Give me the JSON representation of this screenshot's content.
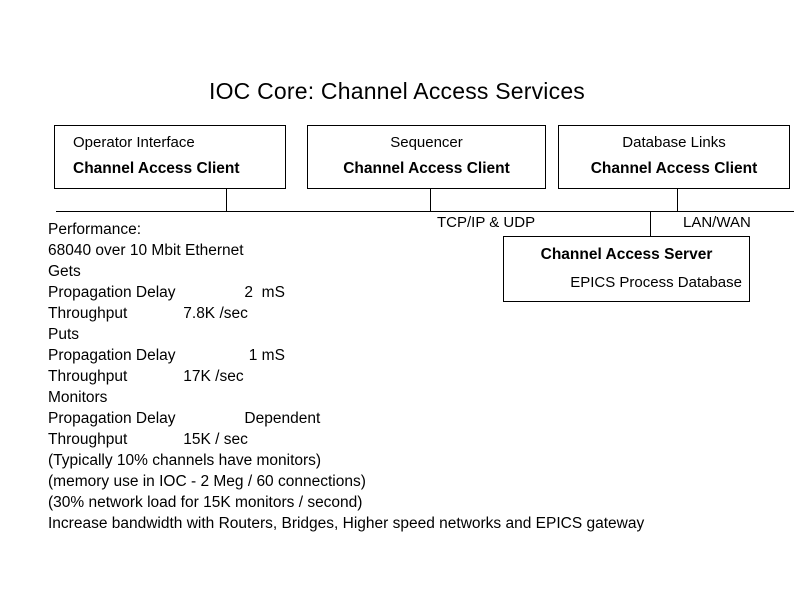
{
  "slide": {
    "title": "IOC Core: Channel Access Services",
    "background_color": "#ffffff",
    "foreground_color": "#000000"
  },
  "client_boxes": [
    {
      "name": "operator-interface",
      "title": "Operator Interface",
      "role": "Channel Access Client"
    },
    {
      "name": "sequencer",
      "title": "Sequencer",
      "role": "Channel Access Client"
    },
    {
      "name": "database-links",
      "title": "Database Links",
      "role": "Channel Access Client"
    }
  ],
  "network": {
    "transport_label": "TCP/IP & UDP",
    "medium_label": "LAN/WAN"
  },
  "server_box": {
    "title": "Channel Access Server",
    "subtitle": "EPICS Process Database"
  },
  "performance": {
    "lines": [
      "Performance:",
      "68040 over 10 Mbit Ethernet",
      "Gets",
      "Propagation Delay                2  mS",
      "Throughput             7.8K /sec",
      "Puts",
      "Propagation Delay                 1 mS",
      "Throughput             17K /sec",
      "Monitors",
      "Propagation Delay                Dependent",
      "Throughput             15K / sec",
      "(Typically 10% channels have monitors)",
      "(memory use in IOC - 2 Meg / 60 connections)",
      "(30% network load for 15K monitors / second)",
      "Increase bandwidth with Routers, Bridges, Higher speed networks and EPICS gateway"
    ]
  }
}
